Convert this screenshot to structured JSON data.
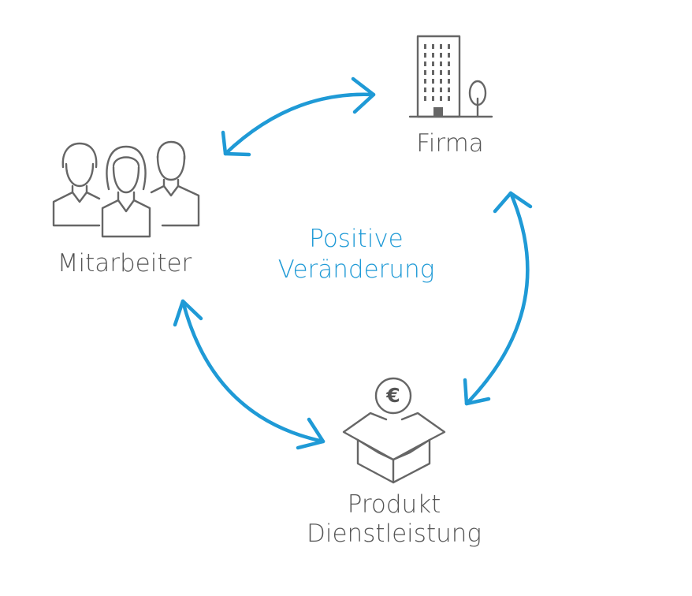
{
  "diagram": {
    "nodes": {
      "firma": {
        "label": "Firma",
        "icon": "building-icon"
      },
      "mitarbeiter": {
        "label": "Mitarbeiter",
        "icon": "people-icon"
      },
      "produkt": {
        "line1": "Produkt",
        "line2": "Dienstleistung",
        "icon": "box-euro-icon",
        "coin_symbol": "€"
      }
    },
    "center": {
      "line1": "Positive",
      "line2": "Veränderung"
    },
    "colors": {
      "accent": "#1f9ad6",
      "icon": "#666666",
      "text": "#555555"
    }
  }
}
